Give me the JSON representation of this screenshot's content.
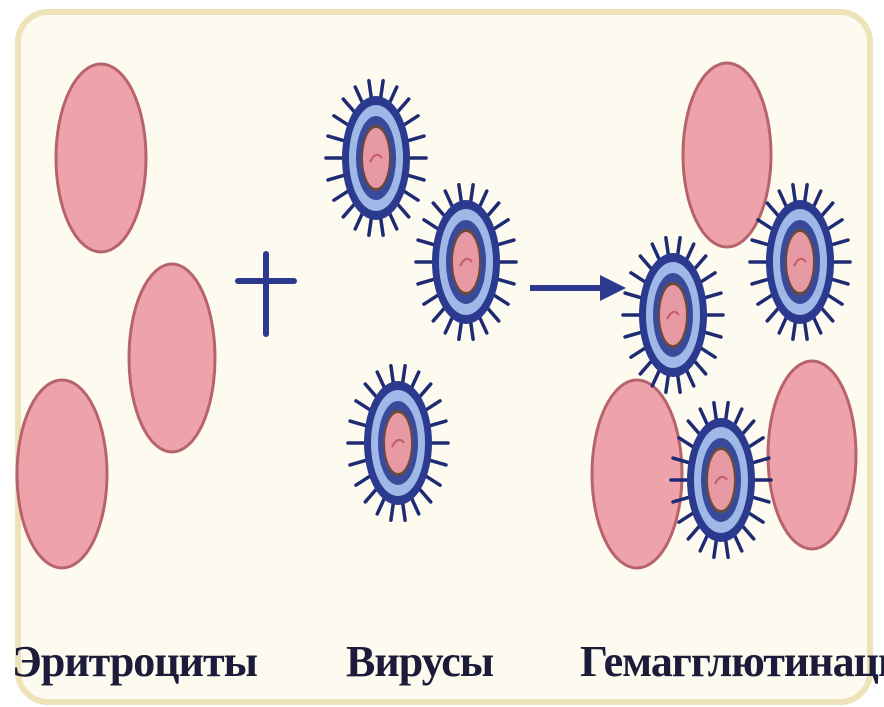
{
  "labels": {
    "erythrocytes": "Эритроциты",
    "viruses": "Вирусы",
    "hemagglutination": "Гемагглютинация"
  },
  "colors": {
    "panel_background": "#fdfbf0",
    "panel_border": "#eee2b8",
    "erythrocyte_fill": "#eea3aa",
    "erythrocyte_stroke": "#b7636c",
    "virus_spike": "#1e2a72",
    "virus_outer_ring": "#2b3a8e",
    "virus_light_band": "#9fb8e8",
    "virus_inner_ring": "#3a4a9a",
    "virus_core_rim": "#6b4a3a",
    "virus_core": "#e79aa4",
    "symbol": "#2b3a8e",
    "caption_text": "#1c1c3a"
  },
  "icons": [
    "plus-sign",
    "right-arrow"
  ]
}
